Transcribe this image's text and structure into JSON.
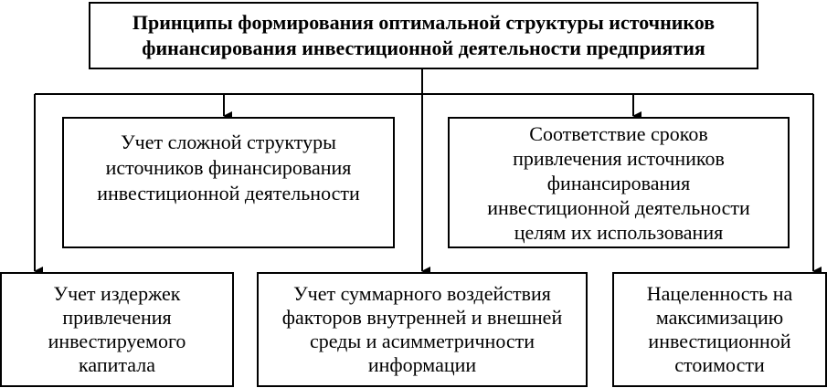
{
  "title": {
    "line1": "Принципы формирования оптимальной структуры источников",
    "line2": "финансирования инвестиционной деятельности предприятия"
  },
  "principles": {
    "complex_structure": {
      "line1": "Учет сложной структуры",
      "line2": "источников финансирования",
      "line3": "инвестиционной деятельности"
    },
    "terms_matching": {
      "line1": "Соответствие сроков",
      "line2": "привлечения источников",
      "line3": "финансирования",
      "line4": "инвестиционной деятельности",
      "line5": "целям их использования"
    },
    "costs": {
      "line1": "Учет издержек",
      "line2": "привлечения",
      "line3": "инвестируемого",
      "line4": "капитала"
    },
    "factors": {
      "line1": "Учет суммарного воздействия",
      "line2": "факторов внутренней и внешней",
      "line3": "среды и асимметричности",
      "line4": "информации"
    },
    "value_max": {
      "line1": "Нацеленность на",
      "line2": "максимизацию",
      "line3": "инвестиционной",
      "line4": "стоимости"
    }
  }
}
